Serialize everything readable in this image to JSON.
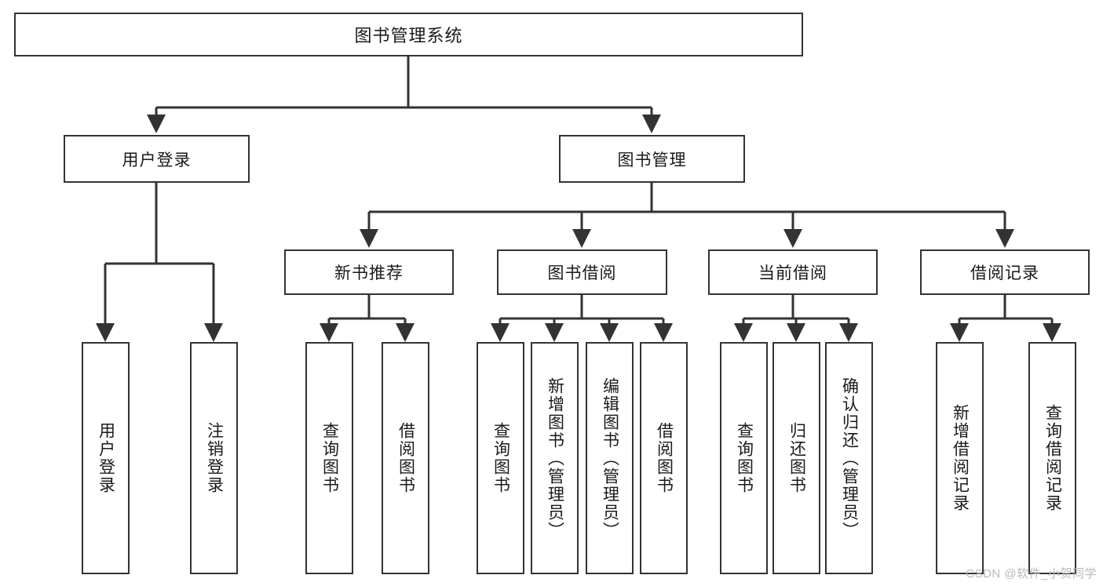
{
  "diagram": {
    "title": "图书管理系统",
    "type": "hierarchy-tree",
    "orientation": "top-down",
    "colors": {
      "stroke": "#333333",
      "fill": "#ffffff",
      "text": "#1a1a1a",
      "watermark": "#b9b9b9"
    },
    "levels": [
      {
        "level": 0,
        "labels": [
          "图书管理系统"
        ]
      },
      {
        "level": 1,
        "labels": [
          "用户登录",
          "图书管理"
        ]
      },
      {
        "level": 2,
        "labels": [
          "新书推荐",
          "图书借阅",
          "当前借阅",
          "借阅记录"
        ]
      },
      {
        "level": 3,
        "labels": [
          "用户登录",
          "注销登录",
          "查询图书",
          "借阅图书",
          "查询图书",
          "新增图书（管理员）",
          "编辑图书（管理员）",
          "借阅图书",
          "查询图书",
          "归还图书",
          "确认归还（管理员）",
          "新增借阅记录",
          "查询借阅记录"
        ]
      }
    ],
    "nodes": {
      "root": {
        "label": "图书管理系统"
      },
      "l1": [
        {
          "id": "user-login",
          "label": "用户登录"
        },
        {
          "id": "book-manage",
          "label": "图书管理"
        }
      ],
      "l2": [
        {
          "id": "new-book-recommend",
          "label": "新书推荐"
        },
        {
          "id": "book-borrow",
          "label": "图书借阅"
        },
        {
          "id": "current-borrow",
          "label": "当前借阅"
        },
        {
          "id": "borrow-record",
          "label": "借阅记录"
        }
      ],
      "l3": [
        {
          "id": "leaf-user-login",
          "label": "用户登录",
          "parent": "user-login"
        },
        {
          "id": "leaf-logout",
          "label": "注销登录",
          "parent": "user-login"
        },
        {
          "id": "leaf-query-book-1",
          "label": "查询图书",
          "parent": "new-book-recommend"
        },
        {
          "id": "leaf-borrow-book-1",
          "label": "借阅图书",
          "parent": "new-book-recommend"
        },
        {
          "id": "leaf-query-book-2",
          "label": "查询图书",
          "parent": "book-borrow"
        },
        {
          "id": "leaf-add-book",
          "label": "新增图书（管理员）",
          "parent": "book-borrow"
        },
        {
          "id": "leaf-edit-book",
          "label": "编辑图书（管理员）",
          "parent": "book-borrow"
        },
        {
          "id": "leaf-borrow-book-2",
          "label": "借阅图书",
          "parent": "book-borrow"
        },
        {
          "id": "leaf-query-book-3",
          "label": "查询图书",
          "parent": "current-borrow"
        },
        {
          "id": "leaf-return-book",
          "label": "归还图书",
          "parent": "current-borrow"
        },
        {
          "id": "leaf-confirm-return",
          "label": "确认归还（管理员）",
          "parent": "current-borrow"
        },
        {
          "id": "leaf-add-record",
          "label": "新增借阅记录",
          "parent": "borrow-record"
        },
        {
          "id": "leaf-query-record",
          "label": "查询借阅记录",
          "parent": "borrow-record"
        }
      ]
    },
    "watermark": "CSDN @软件_小贺同学"
  }
}
